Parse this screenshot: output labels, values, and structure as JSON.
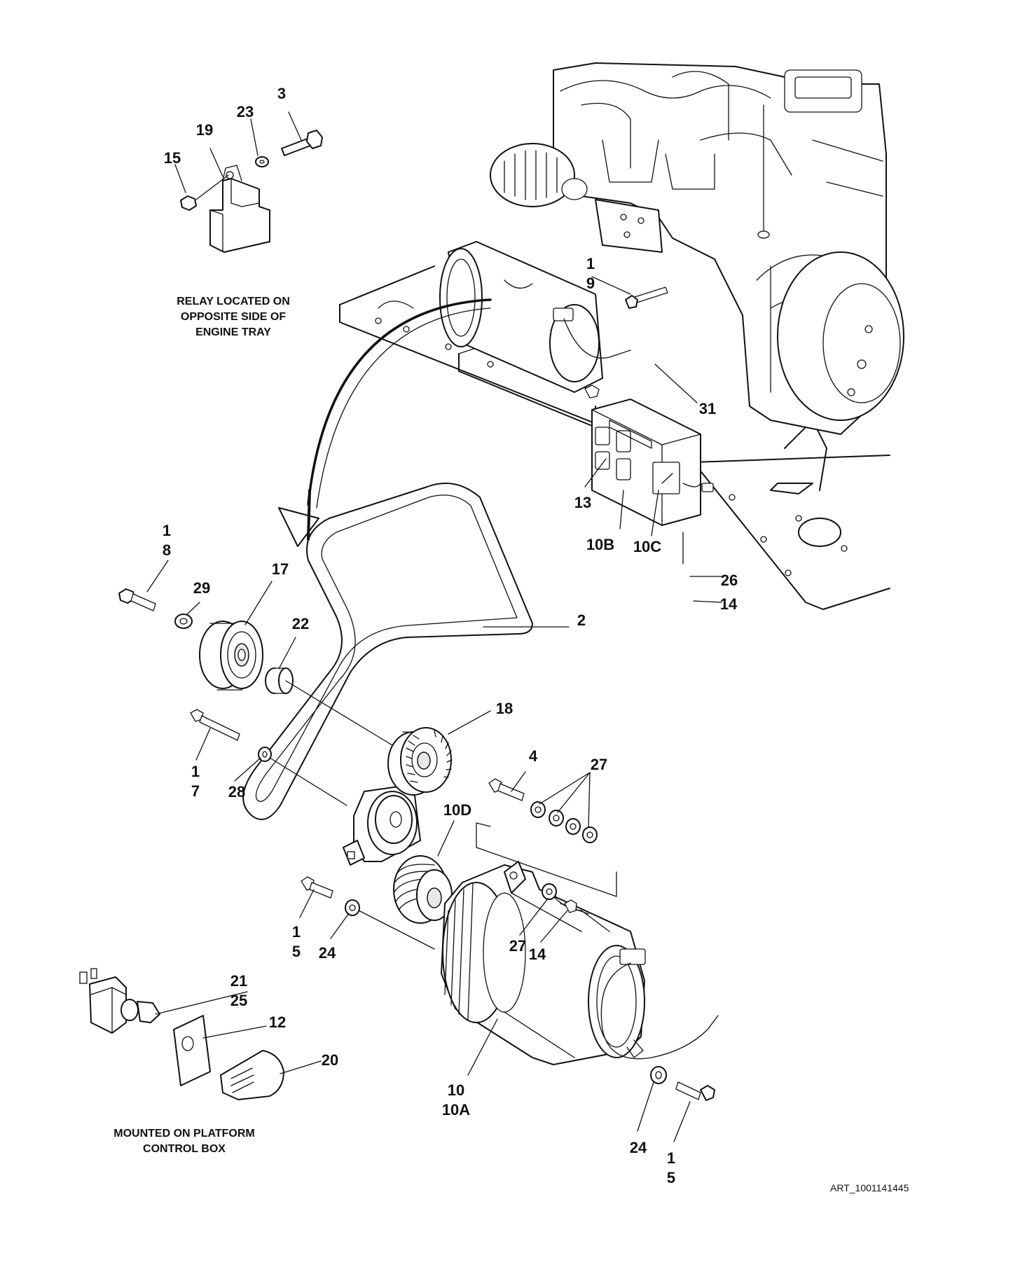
{
  "callouts": {
    "c3": "3",
    "c23": "23",
    "c19": "19",
    "c15": "15",
    "c1_9": "1\n9",
    "c31": "31",
    "c13": "13",
    "c10b": "10B",
    "c10c": "10C",
    "c26": "26",
    "c14a": "14",
    "c1_8": "1\n8",
    "c29": "29",
    "c17": "17",
    "c22": "22",
    "c2": "2",
    "c18": "18",
    "c1_7": "1\n7",
    "c28": "28",
    "c4": "4",
    "c27a": "27",
    "c10d": "10D",
    "c1_5a": "1\n5",
    "c24a": "24",
    "c27b": "27",
    "c14b": "14",
    "c21_25": "21\n25",
    "c12": "12",
    "c20": "20",
    "c10_10a": "10\n10A",
    "c24b": "24",
    "c1_5b": "1\n5"
  },
  "notes": {
    "relay": "RELAY LOCATED ON\nOPPOSITE SIDE OF\nENGINE TRAY",
    "platform": "MOUNTED ON PLATFORM\nCONTROL BOX"
  },
  "art_number": "ART_1001141445"
}
